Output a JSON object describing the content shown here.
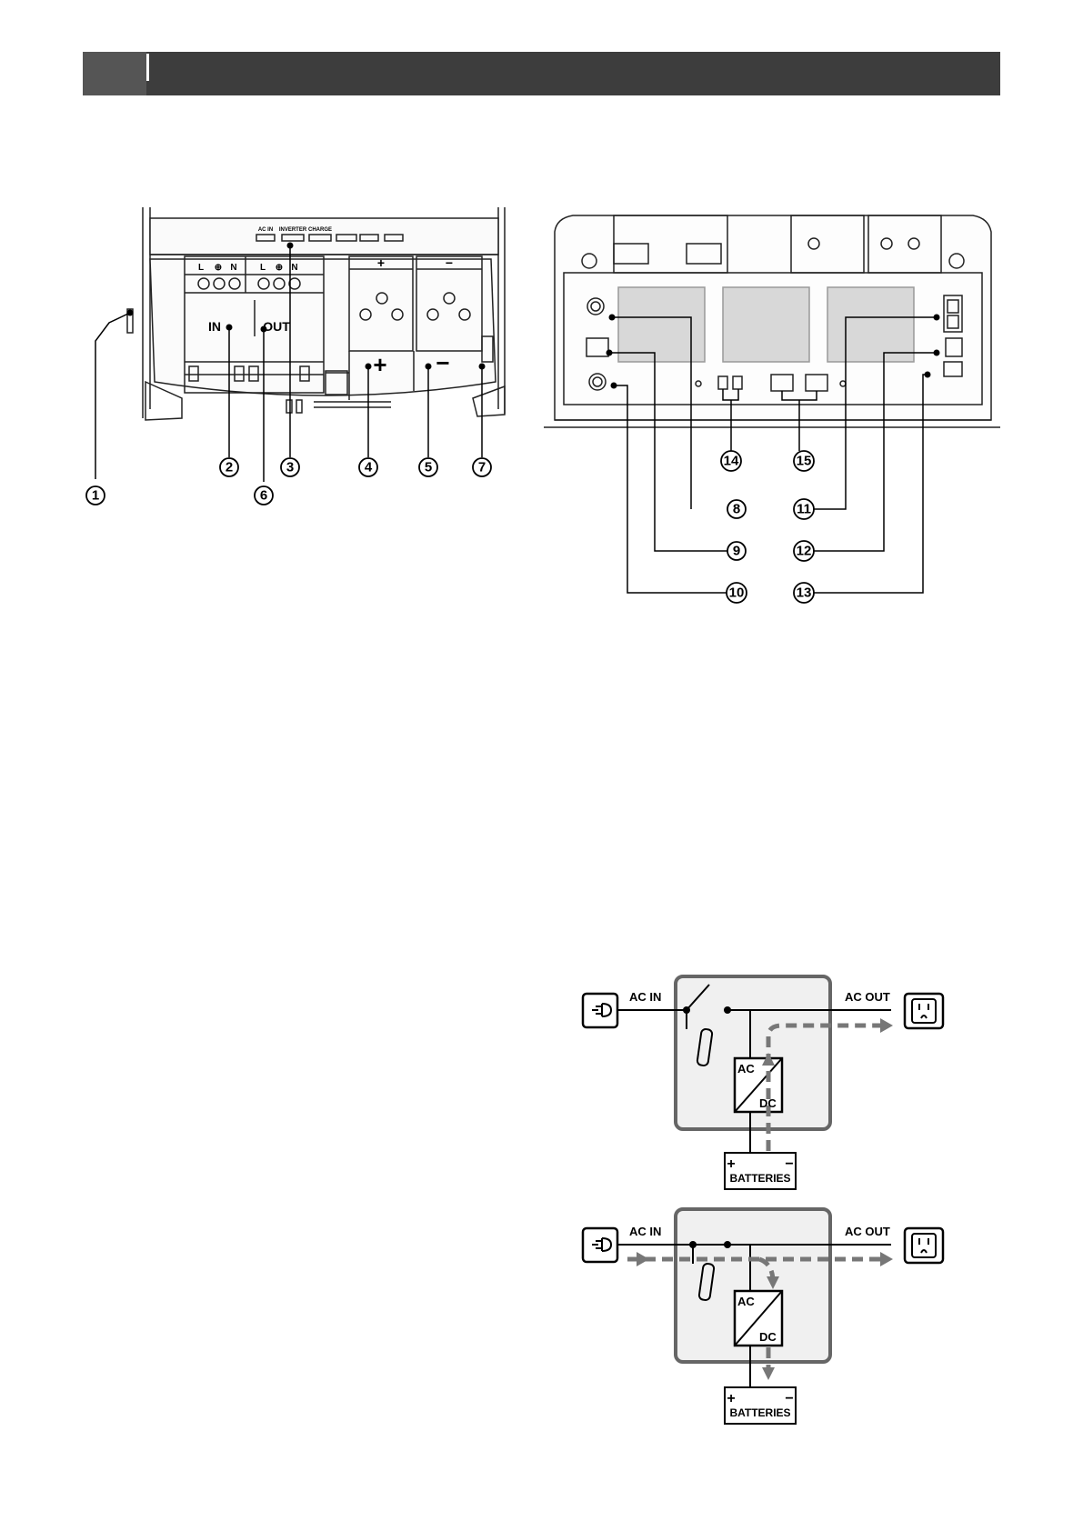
{
  "front_panel": {
    "indicators": [
      "AC IN",
      "INVERTER",
      "CHARGE"
    ],
    "ac_in_label": "IN",
    "ac_out_label": "OUT",
    "terminal_labels": [
      "L",
      "⊕",
      "N"
    ],
    "plus_sign": "+",
    "minus_sign": "−",
    "callouts": [
      "1",
      "2",
      "3",
      "4",
      "5",
      "6",
      "7"
    ]
  },
  "rear_panel": {
    "callouts": [
      "8",
      "9",
      "10",
      "11",
      "12",
      "13",
      "14",
      "15"
    ]
  },
  "flow_diagrams": [
    {
      "mode": "inverter",
      "ac_in": "AC IN",
      "ac_out": "AC OUT",
      "converter_ac": "AC",
      "converter_dc": "DC",
      "batteries": "BATTERIES",
      "battery_plus": "+",
      "battery_minus": "−"
    },
    {
      "mode": "charger",
      "ac_in": "AC IN",
      "ac_out": "AC OUT",
      "converter_ac": "AC",
      "converter_dc": "DC",
      "batteries": "BATTERIES",
      "battery_plus": "+",
      "battery_minus": "−"
    }
  ]
}
